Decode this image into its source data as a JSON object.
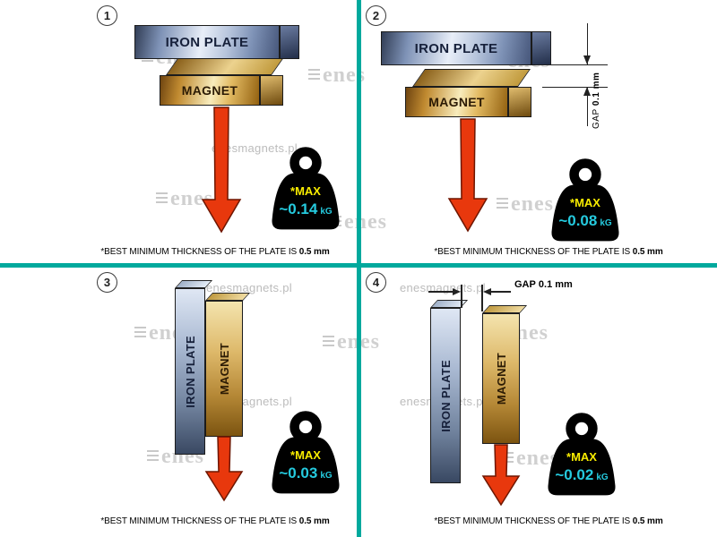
{
  "colors": {
    "divider": "#00a99d",
    "arrow": "#e8380d",
    "arrowdark": "#6e1600",
    "max": "#f8ec00",
    "value": "#25cade"
  },
  "watermark": {
    "site": "enesmagnets.pl",
    "brand": "enes"
  },
  "panels": [
    {
      "number": "1",
      "plate_label": "IRON PLATE",
      "magnet_label": "MAGNET",
      "weight": {
        "max": "*MAX",
        "value": "~0.14",
        "unit": "kG"
      },
      "footnote": {
        "prefix": "*BEST MINIMUM THICKNESS OF THE PLATE IS ",
        "bold": "0.5 mm"
      }
    },
    {
      "number": "2",
      "plate_label": "IRON PLATE",
      "magnet_label": "MAGNET",
      "gap": {
        "label": "GAP",
        "value": "0.1 mm"
      },
      "weight": {
        "max": "*MAX",
        "value": "~0.08",
        "unit": "kG"
      },
      "footnote": {
        "prefix": "*BEST MINIMUM THICKNESS OF THE PLATE IS ",
        "bold": "0.5 mm"
      }
    },
    {
      "number": "3",
      "plate_label": "IRON PLATE",
      "magnet_label": "MAGNET",
      "weight": {
        "max": "*MAX",
        "value": "~0.03",
        "unit": "kG"
      },
      "footnote": {
        "prefix": "*BEST MINIMUM THICKNESS OF THE PLATE IS ",
        "bold": "0.5 mm"
      }
    },
    {
      "number": "4",
      "plate_label": "IRON PLATE",
      "magnet_label": "MAGNET",
      "gap": {
        "label": "GAP",
        "value": "0.1 mm"
      },
      "weight": {
        "max": "*MAX",
        "value": "~0.02",
        "unit": "kG"
      },
      "footnote": {
        "prefix": "*BEST MINIMUM THICKNESS OF THE PLATE IS ",
        "bold": "0.5 mm"
      }
    }
  ]
}
